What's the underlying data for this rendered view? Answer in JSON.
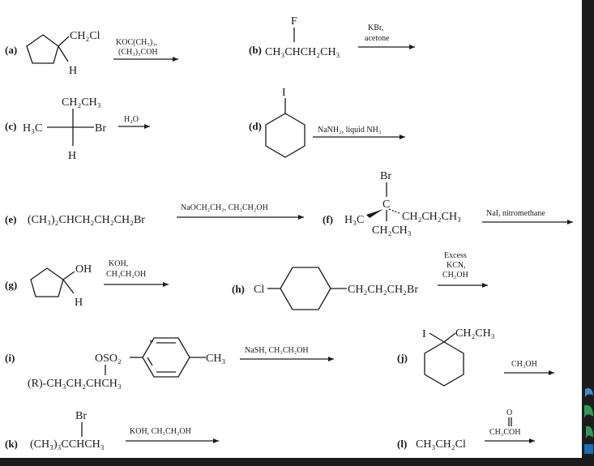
{
  "problems": {
    "a": {
      "label": "(a)",
      "subst": "CH₂Cl",
      "h": "H",
      "reagent1": "KOC(CH₃)₃,",
      "reagent2": "(CH₃)₃COH"
    },
    "b": {
      "label": "(b)",
      "f": "F",
      "chain": "CH₃CHCH₂CH₃",
      "reagent1": "KBr,",
      "reagent2": "acetone"
    },
    "c": {
      "label": "(c)",
      "top": "CH₂CH₃",
      "left": "H₃C",
      "right": "Br",
      "bottom": "H",
      "reagent": "H₂O"
    },
    "d": {
      "label": "(d)",
      "i": "I",
      "reagent": "NaNH₂, liquid NH₃"
    },
    "e": {
      "label": "(e)",
      "formula": "(CH₃)₂CHCH₂CH₂CH₂Br",
      "reagent": "NaOCH₂CH₃, CH₃CH₂OH"
    },
    "f": {
      "label": "(f)",
      "br": "Br",
      "c": "C",
      "left": "H₃C",
      "right": "CH₂CH₂CH₃",
      "bottom": "CH₂CH₃",
      "reagent": "NaI, nitromethane"
    },
    "g": {
      "label": "(g)",
      "oh": "OH",
      "h": "H",
      "reagent1": "KOH,",
      "reagent2": "CH₃CH₂OH"
    },
    "h": {
      "label": "(h)",
      "cl": "Cl",
      "chain": "CH₂CH₂CH₂Br",
      "reagent1": "Excess",
      "reagent2": "KCN,",
      "reagent3": "CH₃OH"
    },
    "i": {
      "label": "(i)",
      "oso2": "OSO₂",
      "ch3": "CH₃",
      "chain": "(R)-CH₃CH₂CHCH₃",
      "reagent": "NaSH, CH₃CH₂OH"
    },
    "j": {
      "label": "(j)",
      "i": "I",
      "ethyl": "CH₂CH₃",
      "reagent": "CH₃OH"
    },
    "k": {
      "label": "(k)",
      "br": "Br",
      "formula": "(CH₃)₃CCHCH₃",
      "reagent": "KOH, CH₃CH₂OH"
    },
    "l": {
      "label": "(l)",
      "formula": "CH₃CH₂Cl",
      "o": "O",
      "reagent": "CH₃COH"
    }
  }
}
